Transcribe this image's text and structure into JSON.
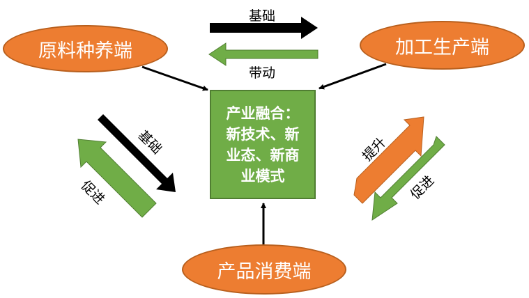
{
  "nodes": {
    "raw": "原料种养端",
    "process": "加工生产端",
    "consume": "产品消费端",
    "center": "产业融合：\n新技术、新\n业态、新商\n业模式"
  },
  "labels": {
    "top_base": "基础",
    "top_drive": "带动",
    "left_base": "基础",
    "left_promote": "促进",
    "right_raise": "提升",
    "right_promote": "促进"
  },
  "colors": {
    "orange": "#ed7d31",
    "green": "#70ad47",
    "black": "#000000"
  }
}
